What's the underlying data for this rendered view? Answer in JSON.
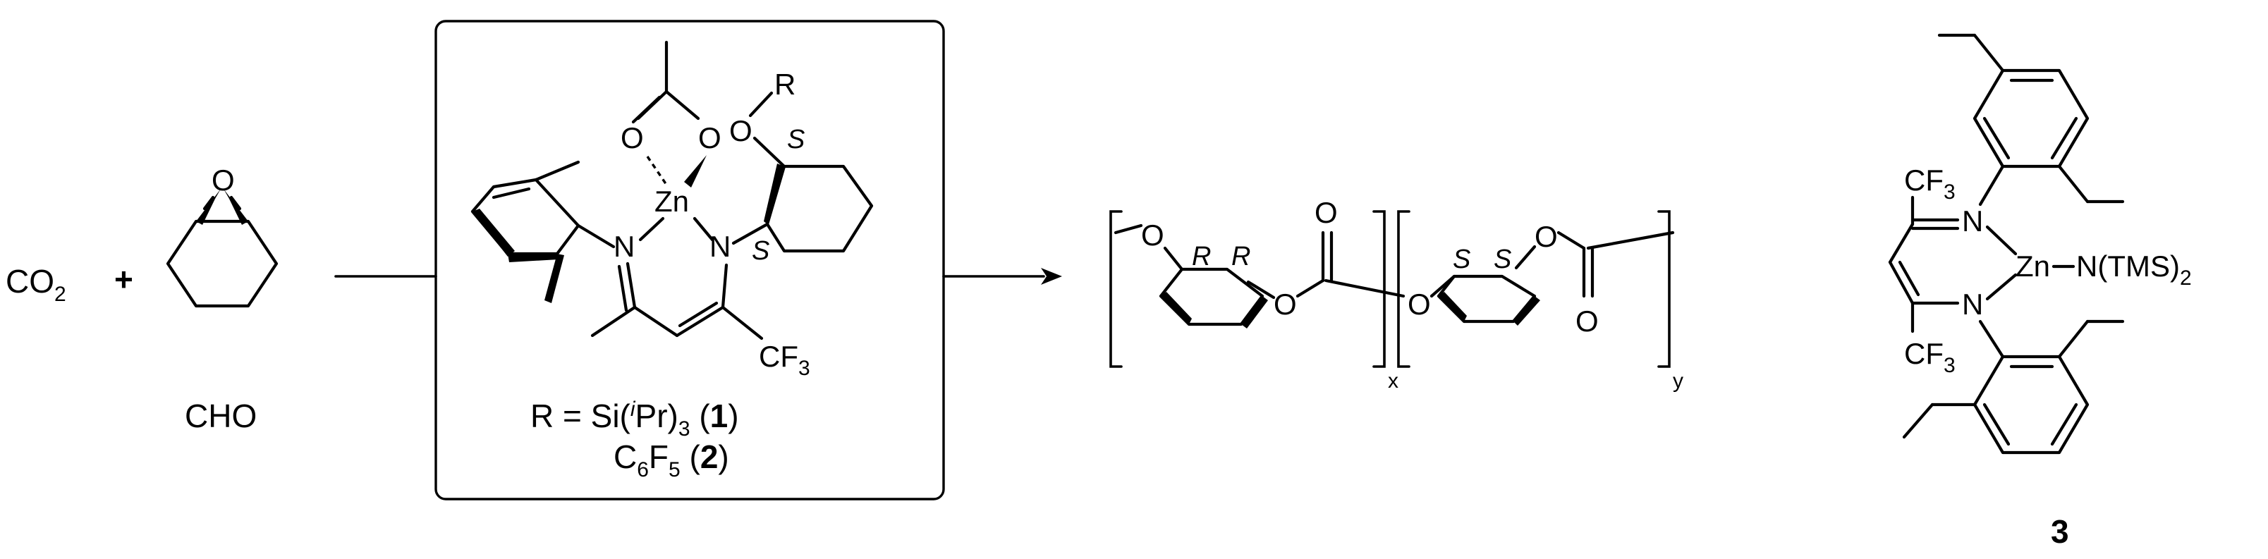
{
  "reactants": {
    "co2": "CO",
    "co2_sub": "2",
    "plus": "+",
    "epoxide_label": "CHO"
  },
  "catalyst": {
    "zn": "Zn",
    "n1": "N",
    "n2": "N",
    "o_ring": "O",
    "o_ring2": "O",
    "o_ether": "O",
    "r_group": "R",
    "stereo_s1": "S",
    "stereo_s2": "S",
    "cf3": "CF",
    "cf3_sub": "3",
    "r_def_prefix": "R = Si(",
    "r_def_i": "i",
    "r_def_pr": "Pr)",
    "r_def_sub": "3",
    "r_def_open": " (",
    "r_def_num": "1",
    "r_def_close": ")",
    "alt_c": "C",
    "alt_c_sub": "6",
    "alt_f": "F",
    "alt_f_sub": "5",
    "alt_open": " (",
    "alt_num": "2",
    "alt_close": ")"
  },
  "product": {
    "o1": "O",
    "o2": "O",
    "o3": "O",
    "o4": "O",
    "o5": "O",
    "o6": "O",
    "stereo_r1": "R",
    "stereo_r2": "R",
    "stereo_s1": "S",
    "stereo_s2": "S",
    "x": "x",
    "y": "y"
  },
  "compound3": {
    "cf3_top": "CF",
    "cf3_top_sub": "3",
    "cf3_bot": "CF",
    "cf3_bot_sub": "3",
    "n_top": "N",
    "n_bot": "N",
    "zn": "Zn",
    "ntms": "N(TMS)",
    "ntms_sub": "2",
    "label": "3"
  }
}
